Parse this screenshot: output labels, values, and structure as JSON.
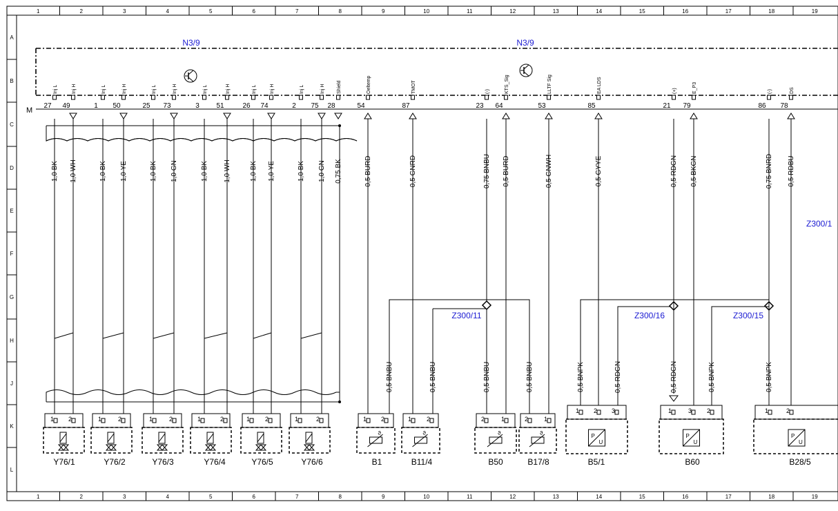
{
  "grid": {
    "columns": [
      "1",
      "2",
      "3",
      "4",
      "5",
      "6",
      "7",
      "8",
      "9",
      "10",
      "11",
      "12",
      "13",
      "14",
      "15",
      "16",
      "17",
      "18",
      "19"
    ],
    "rows": [
      "A",
      "B",
      "C",
      "D",
      "E",
      "F",
      "G",
      "H",
      "J",
      "K",
      "L"
    ]
  },
  "frame": {
    "ground_label": "M",
    "module_labels": [
      "N3/9",
      "N3/9"
    ],
    "connector_labels": [
      "Z300/11",
      "Z300/16",
      "Z300/15",
      "Z300/1"
    ]
  },
  "pins": [
    {
      "num": "27",
      "sig": "Inj L",
      "wire": "1,0 BK"
    },
    {
      "num": "49",
      "sig": "Inj H",
      "wire": "1,0 WH"
    },
    {
      "num": "1",
      "sig": "Inj L",
      "wire": "1,0 BK"
    },
    {
      "num": "50",
      "sig": "Inj H",
      "wire": "1,0 YE"
    },
    {
      "num": "25",
      "sig": "Inj L",
      "wire": "1,0 BK"
    },
    {
      "num": "73",
      "sig": "Inj H",
      "wire": "1,0 GN"
    },
    {
      "num": "3",
      "sig": "Inj L",
      "wire": "1,0 BK"
    },
    {
      "num": "51",
      "sig": "Inj H",
      "wire": "1,0 WH"
    },
    {
      "num": "26",
      "sig": "Inj L",
      "wire": "1,0 BK"
    },
    {
      "num": "74",
      "sig": "Inj H",
      "wire": "1,0 YE"
    },
    {
      "num": "2",
      "sig": "Inj L",
      "wire": "1,0 BK"
    },
    {
      "num": "75",
      "sig": "Inj H",
      "wire": "1,0 GN"
    },
    {
      "num": "28",
      "sig": "Shield",
      "wire": "0,75 BK"
    },
    {
      "num": "54",
      "sig": "Oeltemp",
      "wire": "0,5 BURD"
    },
    {
      "num": "87",
      "sig": "TMOT",
      "wire": "0,5 GNRD"
    },
    {
      "num": "23",
      "sig": "(-)",
      "wire": "0,75 BNBU"
    },
    {
      "num": "64",
      "sig": "KTS_Sig",
      "wire": "0,5 BURD"
    },
    {
      "num": "53",
      "sig": "LLTF Sig",
      "wire": "0,5 GNWH"
    },
    {
      "num": "85",
      "sig": "EA LDS",
      "wire": "0,5 GYYE"
    },
    {
      "num": "21",
      "sig": "(+)",
      "wire": "0,5 RDGN"
    },
    {
      "num": "79",
      "sig": "E_P3",
      "wire": "0,5 BKGN"
    },
    {
      "num": "86",
      "sig": "(-)",
      "wire": "0,75 BNRD"
    },
    {
      "num": "78",
      "sig": "DS",
      "wire": "0,5 RDBU"
    }
  ],
  "lower_wires": [
    "0,5 BNBU",
    "0,5 BNBU",
    "0,5 BNBU",
    "0,5 BNBU",
    "0,5 BNPK",
    "0,5 RDGN",
    "0,5 RDGN",
    "0,5 BNPK",
    "0,5 BNPK"
  ],
  "component_pins": [
    "1",
    "2",
    "1",
    "2",
    "1",
    "2",
    "1",
    "2",
    "1",
    "2",
    "1",
    "2",
    "1",
    "2",
    "1",
    "2",
    "2",
    "1",
    "2",
    "1",
    "1",
    "2",
    "3",
    "1",
    "3",
    "2",
    "1",
    "2"
  ],
  "components": [
    "Y76/1",
    "Y76/2",
    "Y76/3",
    "Y76/4",
    "Y76/5",
    "Y76/6",
    "B1",
    "B11/4",
    "B50",
    "B17/8",
    "B5/1",
    "B60",
    "B28/5"
  ],
  "sensor_glyphs": {
    "pressure_p": "P",
    "pressure_u": "U",
    "temp": "ϑ"
  },
  "colors": {
    "line": "#000000",
    "label_blue": "#1a1ad2"
  }
}
